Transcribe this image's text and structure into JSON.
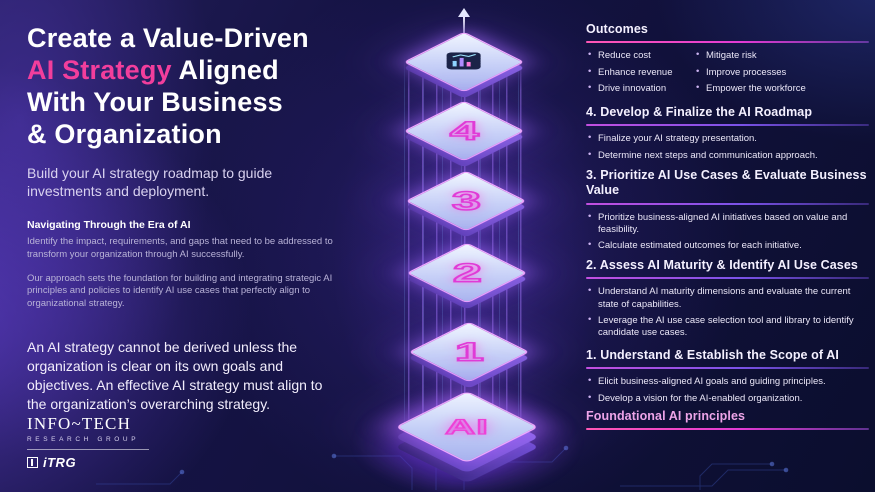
{
  "palette": {
    "accent_pink": "#f23e9c",
    "accent_magenta": "#e03ad6",
    "accent_purple": "#8a5cf0",
    "background_navy": "#12123c"
  },
  "hero": {
    "title_line1": "Create a Value-Driven",
    "title_accent": "AI Strategy",
    "title_line2_rest": " Aligned",
    "title_line3": "With Your Business",
    "title_line4": "& Organization",
    "subtitle": "Build your AI strategy roadmap to guide investments and deployment.",
    "section_heading": "Navigating Through the Era of AI",
    "paragraph1": "Identify the impact, requirements, and gaps that need to be addressed to transform your organization through AI successfully.",
    "paragraph2": "Our approach sets the foundation for building and integrating strategic AI principles and policies to identify AI use cases that perfectly align to organizational strategy.",
    "quote": "An AI strategy cannot be derived unless the organization is clear on its own goals and objectives. An effective AI strategy must align to the organization’s overarching strategy."
  },
  "logo": {
    "primary": "Info~Tech",
    "secondary": "Research Group",
    "brand": "iTRG"
  },
  "tower": {
    "top_icon": "report-chart-icon",
    "levels": [
      {
        "label": "4"
      },
      {
        "label": "3"
      },
      {
        "label": "2"
      },
      {
        "label": "1"
      },
      {
        "label": "AI"
      }
    ]
  },
  "steps": {
    "outcomes": {
      "title": "Outcomes",
      "col1": [
        "Reduce cost",
        "Enhance revenue",
        "Drive innovation"
      ],
      "col2": [
        "Mitigate risk",
        "Improve processes",
        "Empower the workforce"
      ]
    },
    "step4": {
      "title": "4. Develop & Finalize the AI Roadmap",
      "bullets": [
        "Finalize your AI strategy presentation.",
        "Determine next steps and communication approach."
      ]
    },
    "step3": {
      "title": "3. Prioritize AI Use Cases & Evaluate Business Value",
      "bullets": [
        "Prioritize business-aligned AI initiatives based on value and feasibility.",
        "Calculate estimated outcomes for each initiative."
      ]
    },
    "step2": {
      "title": "2. Assess AI Maturity & Identify AI Use Cases",
      "bullets": [
        "Understand AI maturity dimensions and evaluate the current state of capabilities.",
        "Leverage the AI use case selection tool and library to identify candidate use cases."
      ]
    },
    "step1": {
      "title": "1. Understand & Establish the Scope of AI",
      "bullets": [
        "Elicit business-aligned AI goals and guiding principles.",
        "Develop a vision for the AI-enabled organization."
      ]
    },
    "foundation": {
      "title": "Foundational AI principles"
    }
  }
}
